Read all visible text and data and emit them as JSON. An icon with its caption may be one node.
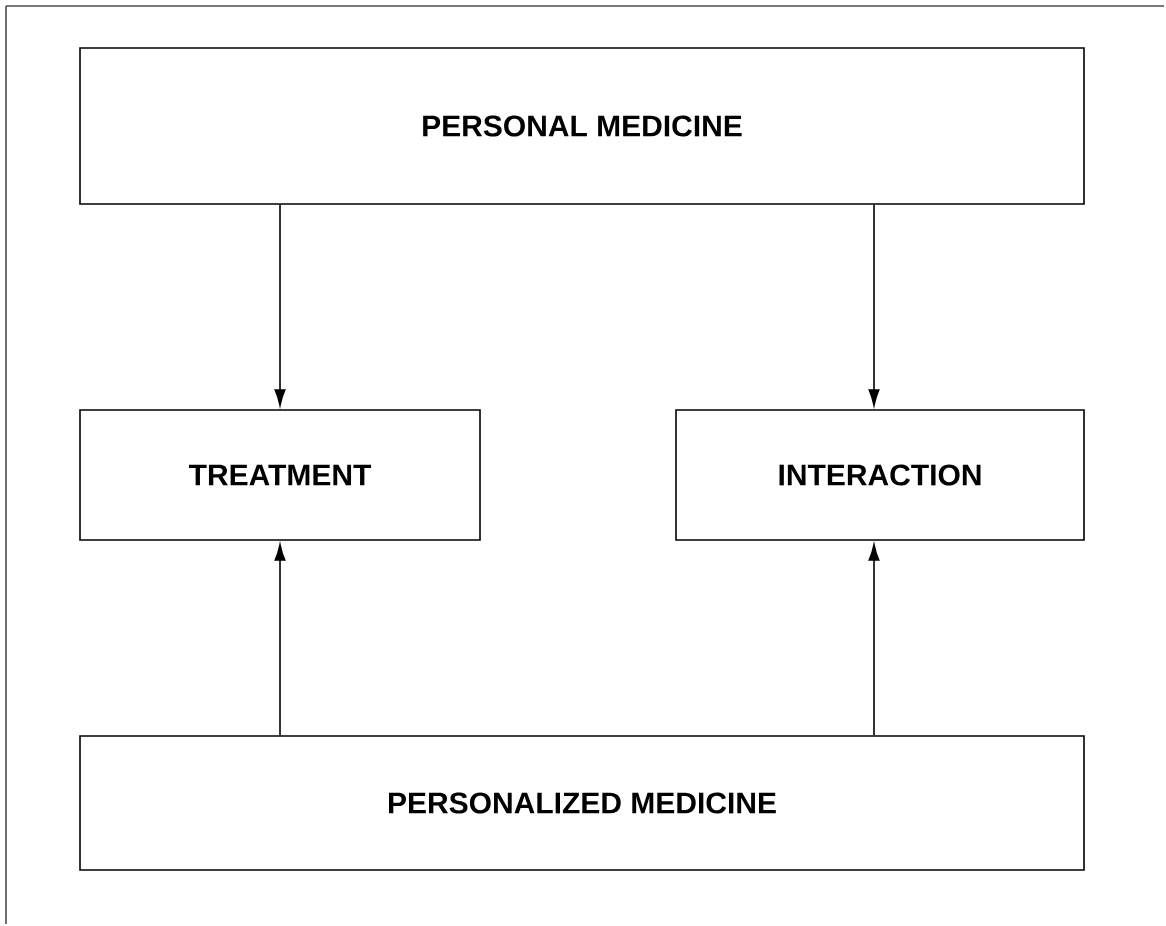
{
  "diagram": {
    "nodes": [
      {
        "text": [
          "PERSONAL MEDICINE"
        ]
      },
      {
        "text": [
          "TREATMENT"
        ]
      },
      {
        "text": [
          "INTERACTION"
        ]
      },
      {
        "text": [
          "PERSONALIZED MEDICINE"
        ]
      }
    ],
    "edges": [
      {
        "from": 0,
        "to": 1,
        "arrow": "to"
      },
      {
        "from": 0,
        "to": 2,
        "arrow": "to"
      },
      {
        "from": 3,
        "to": 1,
        "arrow": "to"
      },
      {
        "from": 3,
        "to": 2,
        "arrow": "to"
      }
    ]
  }
}
